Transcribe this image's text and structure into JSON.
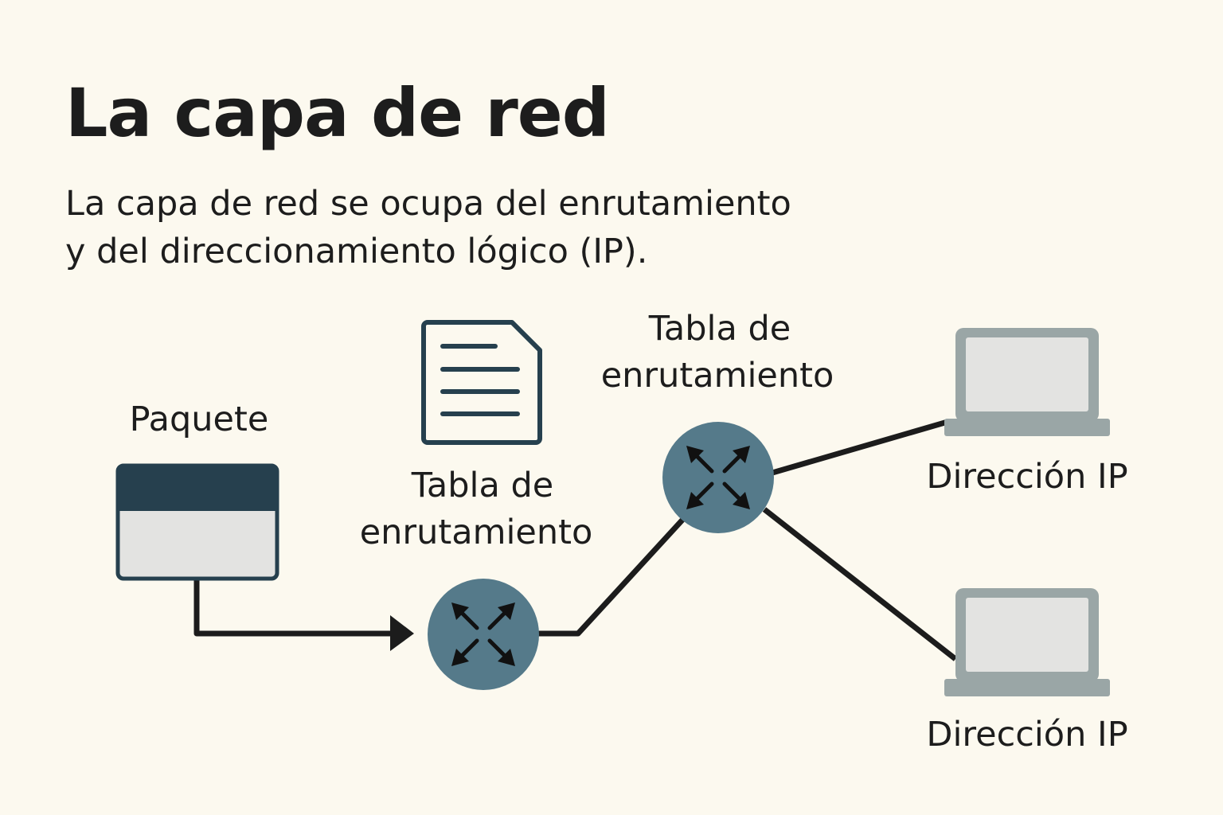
{
  "title": "La capa de red",
  "subtitle": {
    "line1": "La capa de red se ocupa del enrutamiento",
    "line2": "y del direccionamiento lógico (IP)."
  },
  "diagram": {
    "packet": {
      "label": "Paquete",
      "icon": "packet-icon"
    },
    "router_left": {
      "label_line1": "Tabla de",
      "label_line2": "enrutamiento",
      "icon": "router-icon",
      "table_icon": "document-icon"
    },
    "router_right": {
      "label_line1": "Tabla de",
      "label_line2": "enrutamiento",
      "icon": "router-icon"
    },
    "host_top": {
      "label": "Dirección IP",
      "icon": "laptop-icon"
    },
    "host_bottom": {
      "label": "Dirección IP",
      "icon": "laptop-icon"
    }
  },
  "colors": {
    "background": "#fcf9ef",
    "router": "#557a8a",
    "packet_header": "#26404e",
    "laptop": "#9aa6a6",
    "line": "#1c1c1c"
  }
}
